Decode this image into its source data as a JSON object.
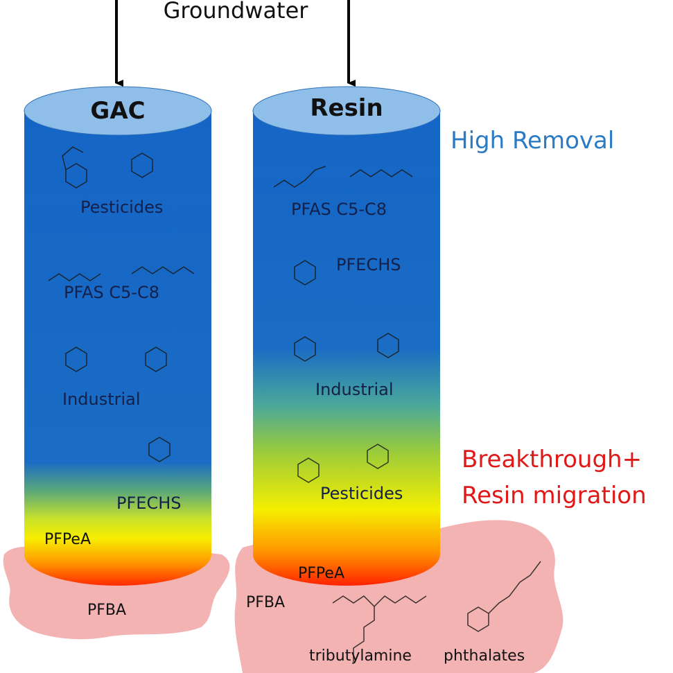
{
  "title": "Groundwater",
  "columns": {
    "gac": {
      "name": "GAC",
      "items": [
        "Pesticides",
        "PFAS C5-C8",
        "Industrial",
        "PFECHS",
        "PFPeA"
      ]
    },
    "resin": {
      "name": "Resin",
      "items": [
        "PFAS C5-C8",
        "PFECHS",
        "Industrial",
        "Pesticides",
        "PFPeA"
      ]
    }
  },
  "effluent": {
    "gac": {
      "label": "PFBA"
    },
    "resin": {
      "labels": [
        "PFBA",
        "tributylamine",
        "phthalates"
      ]
    }
  },
  "side_labels": {
    "high_removal": "High Removal",
    "breakthrough_line1": "Breakthrough+",
    "breakthrough_line2": "Resin migration"
  },
  "colors": {
    "column_blue": "#1665c4",
    "column_cap": "#8fbfe8",
    "green": "#8fc83a",
    "yellow": "#f4f000",
    "orange": "#ff8a00",
    "red": "#ff2a00",
    "pink_blob": "#f3b3b3",
    "high_removal_text": "#2a7ac4",
    "breakthrough_text": "#e01818"
  }
}
